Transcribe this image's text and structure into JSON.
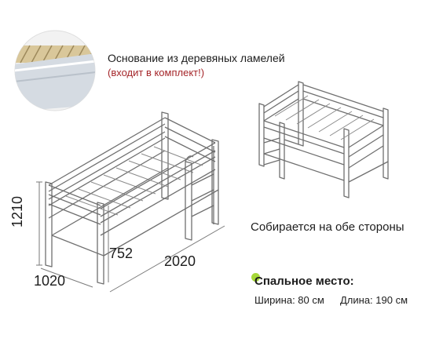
{
  "slats": {
    "title": "Основание из деревяных ламелей",
    "note": "(входит в комплект!)"
  },
  "assembly": {
    "caption": "Собирается на обе стороны"
  },
  "dimensions": {
    "height": "1210",
    "width": "1020",
    "clearance": "752",
    "length": "2020"
  },
  "sleeping_place": {
    "title": "Спальное место:",
    "width_text": "Ширина: 80 см",
    "length_text": "Длина: 190 см",
    "bullet_color": "#a6d838"
  }
}
